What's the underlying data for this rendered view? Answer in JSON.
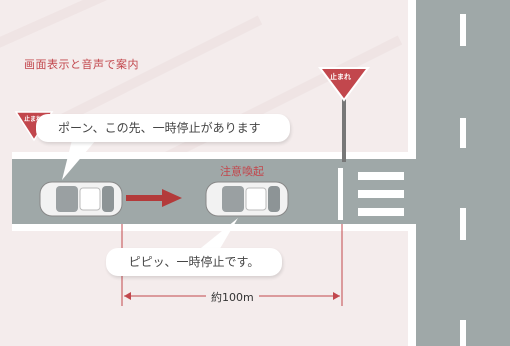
{
  "header": {
    "title": "画面表示と音声で案内"
  },
  "bubble_first": {
    "text": "ポーン、この先、一時停止があります"
  },
  "bubble_second": {
    "text": "ピピッ、一時停止です。"
  },
  "warning": {
    "label": "注意喚起"
  },
  "distance": {
    "label": "約100m"
  },
  "stop_sign": {
    "text": "止まれ"
  },
  "colors": {
    "road": "#9fa8a8",
    "background": "#f4ecec",
    "accent": "#c2474d",
    "arrow": "#b33a3a",
    "sign_red": "#c2474d"
  }
}
